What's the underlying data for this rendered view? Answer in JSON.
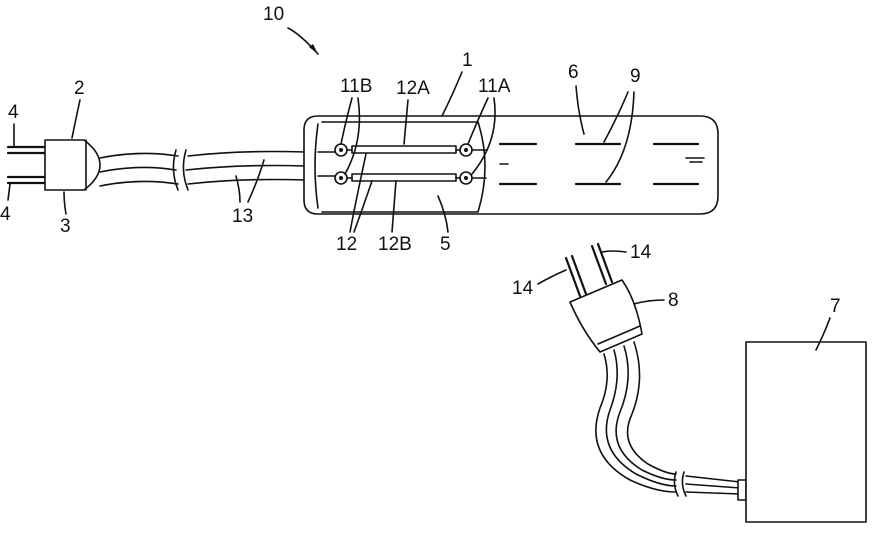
{
  "labels": {
    "assembly": "10",
    "housing": "1",
    "plug_left": "2",
    "plug_body": "3",
    "prong_top": "4",
    "prong_bottom": "4",
    "board": "5",
    "slot": "6",
    "adapter": "7",
    "adapter_plug": "8",
    "slots": "9",
    "contact_b": "11B",
    "contact_a": "11A",
    "bar_a": "12A",
    "bars": "12",
    "bar_b": "12B",
    "cord": "13",
    "adapter_prong_1": "14",
    "adapter_prong_2": "14"
  }
}
